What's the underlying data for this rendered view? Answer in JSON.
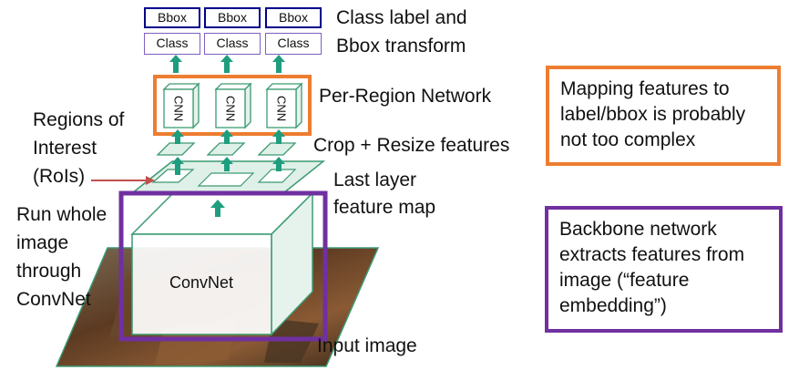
{
  "top_boxes": {
    "bbox": [
      "Bbox",
      "Bbox",
      "Bbox"
    ],
    "class": [
      "Class",
      "Class",
      "Class"
    ]
  },
  "cnn_label": [
    "CNN",
    "CNN",
    "CNN"
  ],
  "labels": {
    "class_label_line1": "Class label and",
    "class_label_line2": "Bbox transform",
    "per_region": "Per-Region Network",
    "crop_resize": "Crop + Resize features",
    "last_layer_line1": "Last layer",
    "last_layer_line2": "feature map",
    "input_image": "Input image",
    "rois_line1": "Regions of",
    "rois_line2": "Interest",
    "rois_line3": "(RoIs)",
    "run_line1": "Run whole",
    "run_line2": "image",
    "run_line3": "through",
    "run_line4": "ConvNet",
    "convnet": "ConvNet"
  },
  "notes": {
    "mapping": [
      "Mapping features to",
      "label/bbox is probably",
      "not too complex"
    ],
    "backbone": [
      "Backbone network",
      "extracts features from",
      "image (“feature",
      "embedding”)"
    ]
  },
  "colors": {
    "orange": "#ED7D31",
    "purple": "#7030A0",
    "green_arrow": "#1E9E7E",
    "box_outline_top": "#00008B",
    "box_outline_class": "#7F5FBF",
    "roi_arrow": "#C0504D",
    "sheet_fill": "#DFF0E8",
    "sheet_stroke": "#3C9A72"
  }
}
